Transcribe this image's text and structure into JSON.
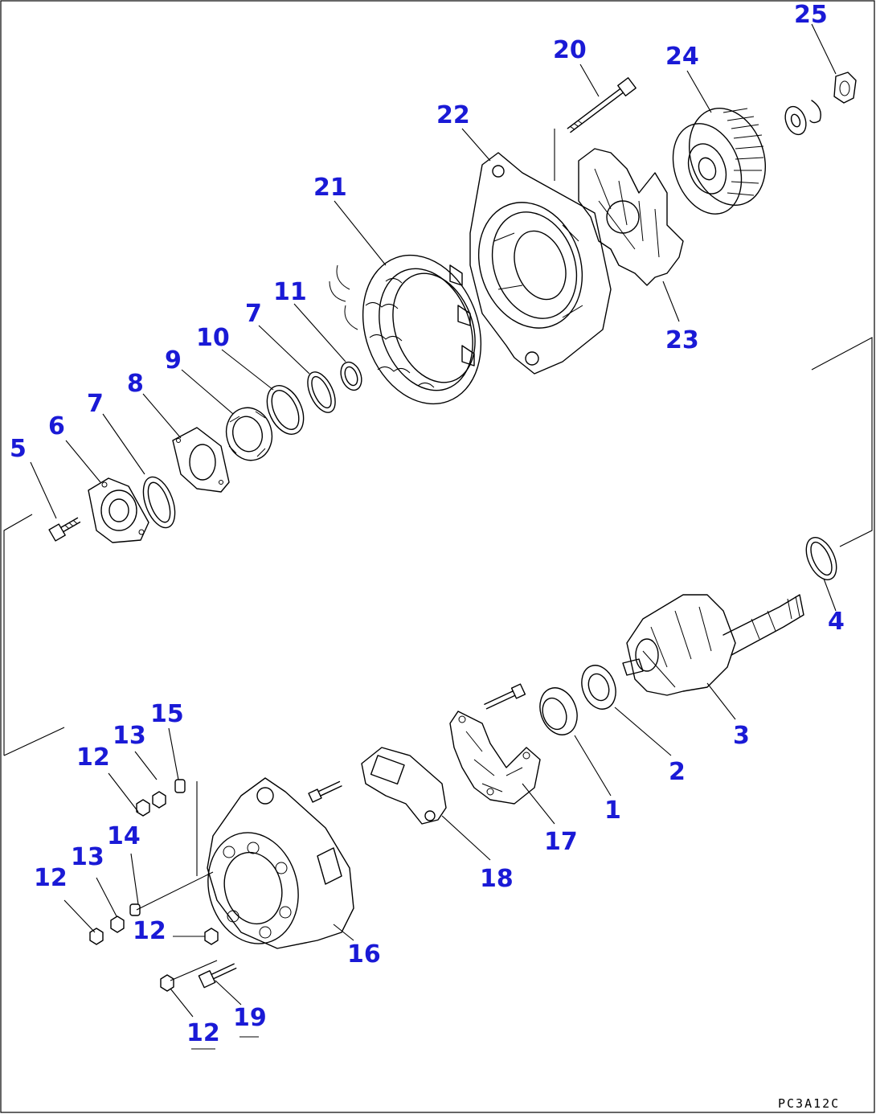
{
  "figure_code": "PC3A12C",
  "callouts": [
    {
      "id": "c1",
      "label": "1"
    },
    {
      "id": "c2",
      "label": "2"
    },
    {
      "id": "c3",
      "label": "3"
    },
    {
      "id": "c4",
      "label": "4"
    },
    {
      "id": "c5",
      "label": "5"
    },
    {
      "id": "c6",
      "label": "6"
    },
    {
      "id": "c7a",
      "label": "7"
    },
    {
      "id": "c7b",
      "label": "7"
    },
    {
      "id": "c8",
      "label": "8"
    },
    {
      "id": "c9",
      "label": "9"
    },
    {
      "id": "c10",
      "label": "10"
    },
    {
      "id": "c11",
      "label": "11"
    },
    {
      "id": "c12a",
      "label": "12"
    },
    {
      "id": "c12b",
      "label": "12"
    },
    {
      "id": "c12c",
      "label": "12"
    },
    {
      "id": "c12d",
      "label": "12"
    },
    {
      "id": "c13a",
      "label": "13"
    },
    {
      "id": "c13b",
      "label": "13"
    },
    {
      "id": "c14",
      "label": "14"
    },
    {
      "id": "c15",
      "label": "15"
    },
    {
      "id": "c16",
      "label": "16"
    },
    {
      "id": "c17",
      "label": "17"
    },
    {
      "id": "c18",
      "label": "18"
    },
    {
      "id": "c19",
      "label": "19"
    },
    {
      "id": "c20",
      "label": "20"
    },
    {
      "id": "c21",
      "label": "21"
    },
    {
      "id": "c22",
      "label": "22"
    },
    {
      "id": "c23",
      "label": "23"
    },
    {
      "id": "c24",
      "label": "24"
    },
    {
      "id": "c25",
      "label": "25"
    }
  ],
  "colors": {
    "callout_text": "#1a1ad6",
    "line_art": "#000000",
    "background": "#ffffff"
  }
}
